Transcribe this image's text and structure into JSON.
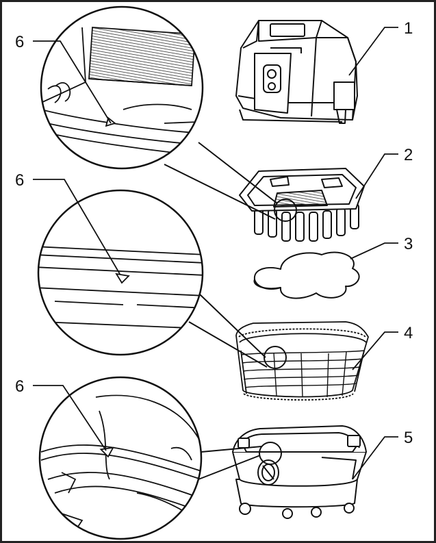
{
  "callouts": [
    {
      "label": "1"
    },
    {
      "label": "2"
    },
    {
      "label": "3"
    },
    {
      "label": "4"
    },
    {
      "label": "5"
    },
    {
      "label": "6"
    },
    {
      "label": "6"
    },
    {
      "label": "6"
    }
  ],
  "colors": {
    "line": "#111111",
    "background": "#ffffff",
    "filter_hatch": "#333333",
    "frame": "#222222"
  }
}
